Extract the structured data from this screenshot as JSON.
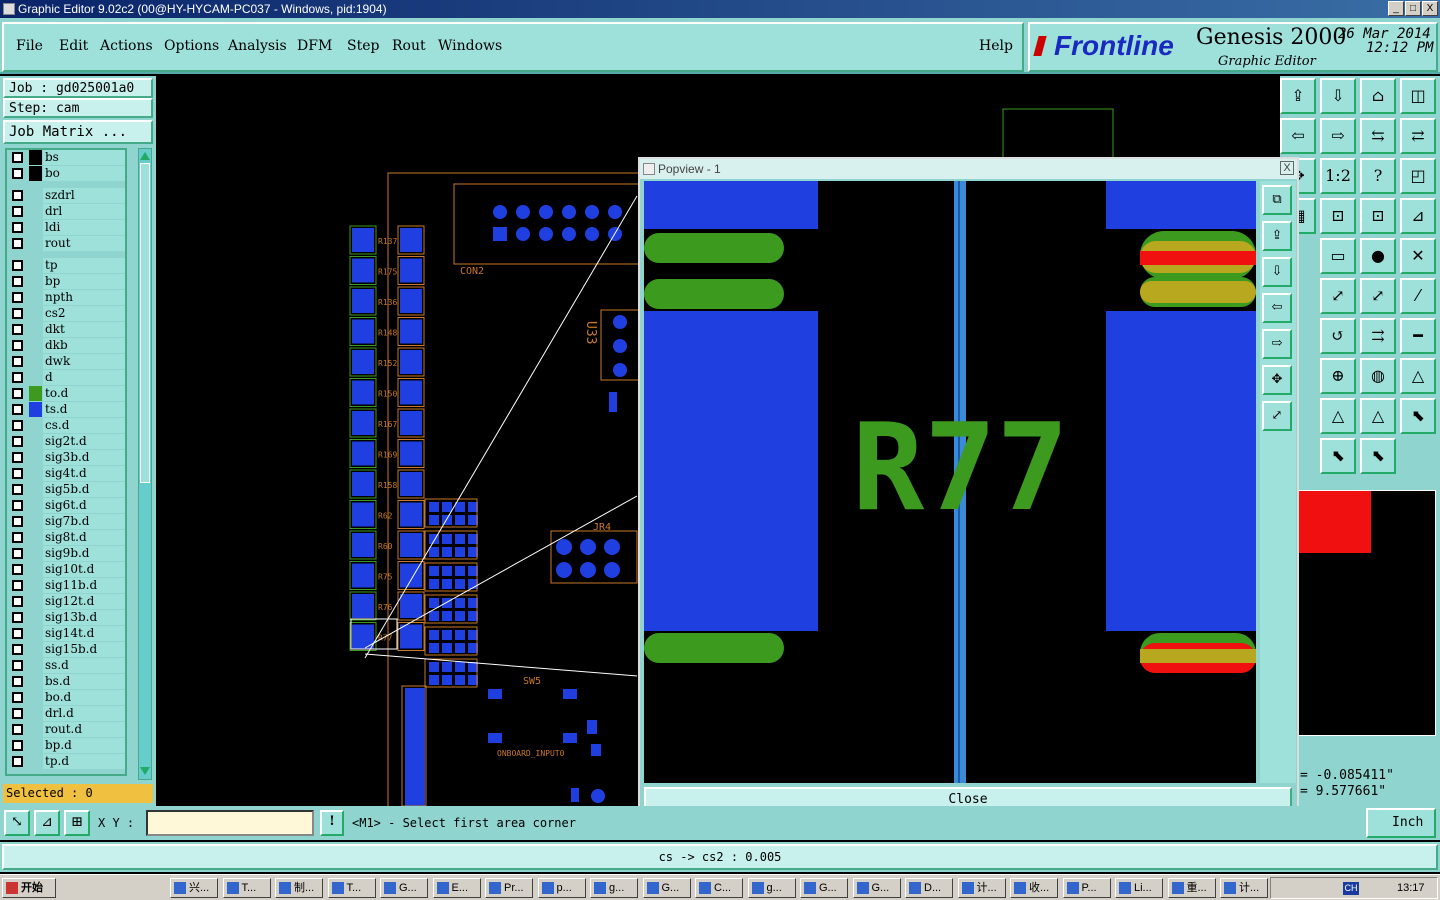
{
  "window": {
    "title": "Graphic Editor 9.02c2 (00@HY-HYCAM-PC037 - Windows, pid:1904)",
    "btn_min": "_",
    "btn_max": "□",
    "btn_close": "X"
  },
  "menu": {
    "items": [
      "File",
      "Edit",
      "Actions",
      "Options",
      "Analysis",
      "DFM",
      "Step",
      "Rout",
      "Windows"
    ],
    "help": "Help"
  },
  "logo": {
    "brand": "Frontline",
    "product": "Genesis 2000",
    "subtitle": "Graphic Editor",
    "date": "26 Mar 2014",
    "time": "12:12 PM"
  },
  "job": {
    "job_line": "Job  : gd025001a0",
    "step_line": "Step: cam",
    "matrix_button": "Job Matrix ..."
  },
  "layers": [
    {
      "name": "bs",
      "color": "#000000"
    },
    {
      "name": "bo",
      "color": "#000000"
    },
    {
      "name": "szdrl",
      "color": "#8fd4cf"
    },
    {
      "name": "drl",
      "color": "#8fd4cf"
    },
    {
      "name": "ldi",
      "color": "#8fd4cf"
    },
    {
      "name": "rout",
      "color": "#8fd4cf"
    },
    {
      "name": "tp",
      "color": "#8fd4cf"
    },
    {
      "name": "bp",
      "color": "#8fd4cf"
    },
    {
      "name": "npth",
      "color": "#8fd4cf"
    },
    {
      "name": "cs2",
      "color": "#8fd4cf"
    },
    {
      "name": "dkt",
      "color": "#8fd4cf"
    },
    {
      "name": "dkb",
      "color": "#8fd4cf"
    },
    {
      "name": "dwk",
      "color": "#8fd4cf"
    },
    {
      "name": "d",
      "color": "#8fd4cf"
    },
    {
      "name": "to.d",
      "color": "#3c9a1e"
    },
    {
      "name": "ts.d",
      "color": "#1f3fe0"
    },
    {
      "name": "cs.d",
      "color": "#8fd4cf"
    },
    {
      "name": "sig2t.d",
      "color": "#8fd4cf"
    },
    {
      "name": "sig3b.d",
      "color": "#8fd4cf"
    },
    {
      "name": "sig4t.d",
      "color": "#8fd4cf"
    },
    {
      "name": "sig5b.d",
      "color": "#8fd4cf"
    },
    {
      "name": "sig6t.d",
      "color": "#8fd4cf"
    },
    {
      "name": "sig7b.d",
      "color": "#8fd4cf"
    },
    {
      "name": "sig8t.d",
      "color": "#8fd4cf"
    },
    {
      "name": "sig9b.d",
      "color": "#8fd4cf"
    },
    {
      "name": "sig10t.d",
      "color": "#8fd4cf"
    },
    {
      "name": "sig11b.d",
      "color": "#8fd4cf"
    },
    {
      "name": "sig12t.d",
      "color": "#8fd4cf"
    },
    {
      "name": "sig13b.d",
      "color": "#8fd4cf"
    },
    {
      "name": "sig14t.d",
      "color": "#8fd4cf"
    },
    {
      "name": "sig15b.d",
      "color": "#8fd4cf"
    },
    {
      "name": "ss.d",
      "color": "#8fd4cf"
    },
    {
      "name": "bs.d",
      "color": "#8fd4cf"
    },
    {
      "name": "bo.d",
      "color": "#8fd4cf"
    },
    {
      "name": "drl.d",
      "color": "#8fd4cf"
    },
    {
      "name": "rout.d",
      "color": "#8fd4cf"
    },
    {
      "name": "bp.d",
      "color": "#8fd4cf"
    },
    {
      "name": "tp.d",
      "color": "#8fd4cf"
    }
  ],
  "status": {
    "selected": "Selected : 0",
    "xy_label": "X Y :",
    "xy_value": "",
    "prompt": "<M1> - Select first area corner",
    "units": "Inch",
    "measure": "cs -> cs2 : 0.005",
    "coord_x": "= -0.085411\"",
    "coord_y": "= 9.577661\""
  },
  "popview": {
    "title": "Popview - 1",
    "close_label": "Close",
    "ref_text": "R77"
  },
  "pcb_labels": {
    "con": "CON2",
    "jr": "JR4",
    "sw": "SW5",
    "onboard": "ONBOARD_INPUT0",
    "u": "U33",
    "r_list": [
      "R137",
      "R175",
      "R136",
      "R148",
      "R152",
      "R150",
      "R167",
      "R169",
      "R158",
      "R62",
      "R60",
      "R75",
      "R76",
      "R77"
    ]
  },
  "taskbar": {
    "start": "开始",
    "tasks": [
      "兴...",
      "T...",
      "制...",
      "T...",
      "G...",
      "E...",
      "Pr...",
      "p...",
      "g...",
      "G...",
      "C...",
      "g...",
      "G...",
      "G...",
      "D...",
      "计...",
      "收...",
      "P...",
      "Li...",
      "重...",
      "计..."
    ],
    "clock": "13:17",
    "lang": "CH"
  },
  "colors": {
    "panel": "#8fd4cf",
    "pad_blue": "#1f3fe0",
    "silk_green": "#3c9a1e",
    "outline_orange": "#c87828"
  }
}
